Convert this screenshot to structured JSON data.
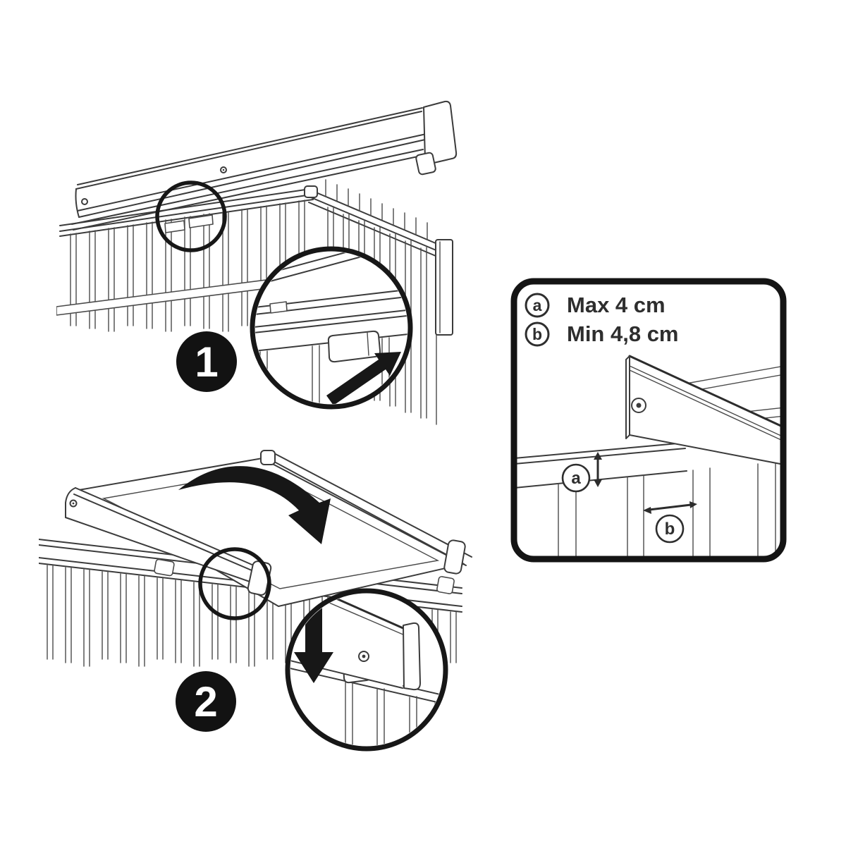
{
  "page": {
    "background": "#ffffff"
  },
  "steps": [
    {
      "number": "1"
    },
    {
      "number": "2"
    }
  ],
  "legend": {
    "items": [
      {
        "key": "a",
        "label": "Max 4 cm"
      },
      {
        "key": "b",
        "label": "Min 4,8 cm"
      }
    ]
  },
  "callouts": {
    "a": "a",
    "b": "b"
  },
  "icons": {
    "hook_direction_step1": "arrow-up-right",
    "drop_direction_step2": "arrow-down",
    "rotate_direction_step2": "curved-arrow-down-right",
    "measure_a": "double-arrow-vertical",
    "measure_b": "double-arrow-horizontal"
  },
  "colors": {
    "line": "#3b3b3b",
    "heavy": "#171717",
    "background": "#ffffff"
  }
}
